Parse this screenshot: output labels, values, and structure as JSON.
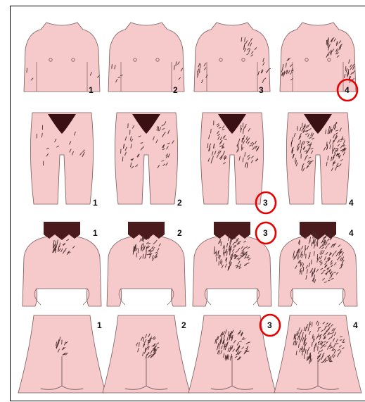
{
  "rows": [
    {
      "region": "chest",
      "scores": [
        "1",
        "2",
        "3",
        "4"
      ],
      "densities": [
        0.1,
        0.25,
        0.45,
        0.8
      ]
    },
    {
      "region": "thighs",
      "scores": [
        "1",
        "2",
        "3",
        "4"
      ],
      "densities": [
        0.1,
        0.3,
        0.55,
        0.9
      ]
    },
    {
      "region": "upper-back",
      "scores": [
        "1",
        "2",
        "3",
        "4"
      ],
      "densities": [
        0.15,
        0.3,
        0.55,
        0.9
      ]
    },
    {
      "region": "lower-back-buttocks",
      "scores": [
        "1",
        "2",
        "3",
        "4"
      ],
      "densities": [
        0.1,
        0.3,
        0.55,
        0.9
      ]
    }
  ],
  "highlights": [
    {
      "row": 0,
      "col": 3
    },
    {
      "row": 1,
      "col": 2
    },
    {
      "row": 2,
      "col": 2
    },
    {
      "row": 3,
      "col": 2
    }
  ],
  "colors": {
    "skin": "#f6c9cb",
    "outline": "#7a5a5a",
    "hair": "#4a2d2d",
    "pubic": "#3b1014",
    "scalp": "#4a1a1c",
    "highlight": "#e60000"
  }
}
